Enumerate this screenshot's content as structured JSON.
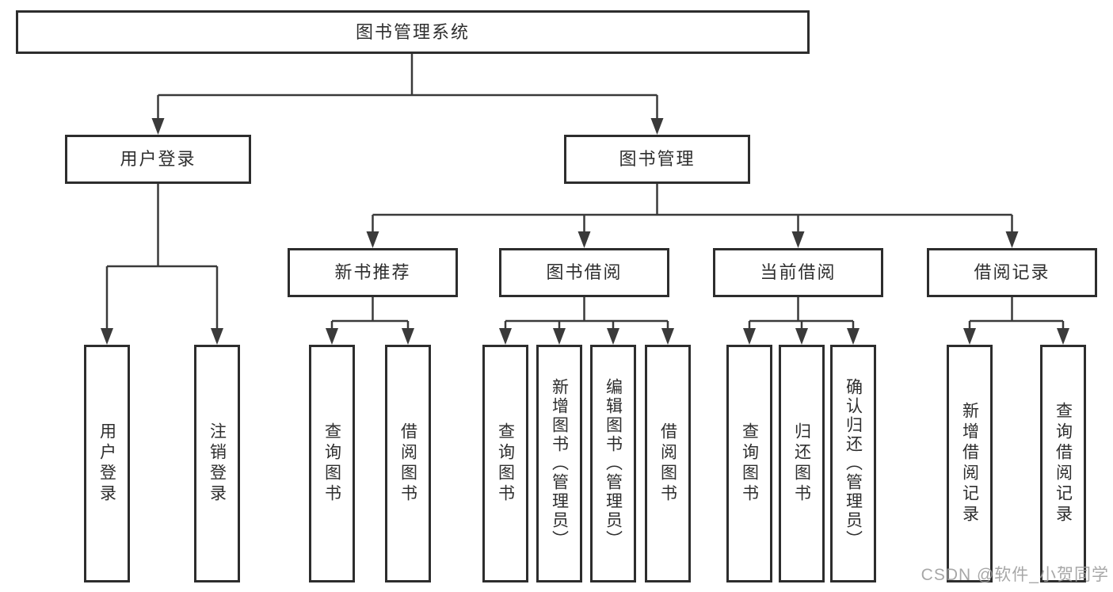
{
  "diagram": {
    "title": "图书管理系统",
    "root": {
      "label": "图书管理系统",
      "children": [
        {
          "label": "用户登录",
          "children": [
            {
              "label": "用户登录"
            },
            {
              "label": "注销登录"
            }
          ]
        },
        {
          "label": "图书管理",
          "children": [
            {
              "label": "新书推荐",
              "children": [
                {
                  "label": "查询图书"
                },
                {
                  "label": "借阅图书"
                }
              ]
            },
            {
              "label": "图书借阅",
              "children": [
                {
                  "label": "查询图书"
                },
                {
                  "label": "新增图书（管理员）"
                },
                {
                  "label": "编辑图书（管理员）"
                },
                {
                  "label": "借阅图书"
                }
              ]
            },
            {
              "label": "当前借阅",
              "children": [
                {
                  "label": "查询图书"
                },
                {
                  "label": "归还图书"
                },
                {
                  "label": "确认归还（管理员）"
                }
              ]
            },
            {
              "label": "借阅记录",
              "children": [
                {
                  "label": "新增借阅记录"
                },
                {
                  "label": "查询借阅记录"
                }
              ]
            }
          ]
        }
      ]
    },
    "colors": {
      "background": "#ffffff",
      "box_border": "#2d2d2d",
      "connector_line": "#3a3a3a",
      "text": "#2e2e2e",
      "watermark_text": "#9e9e9e"
    }
  },
  "watermark": {
    "text": "CSDN @软件_小贺同学"
  }
}
